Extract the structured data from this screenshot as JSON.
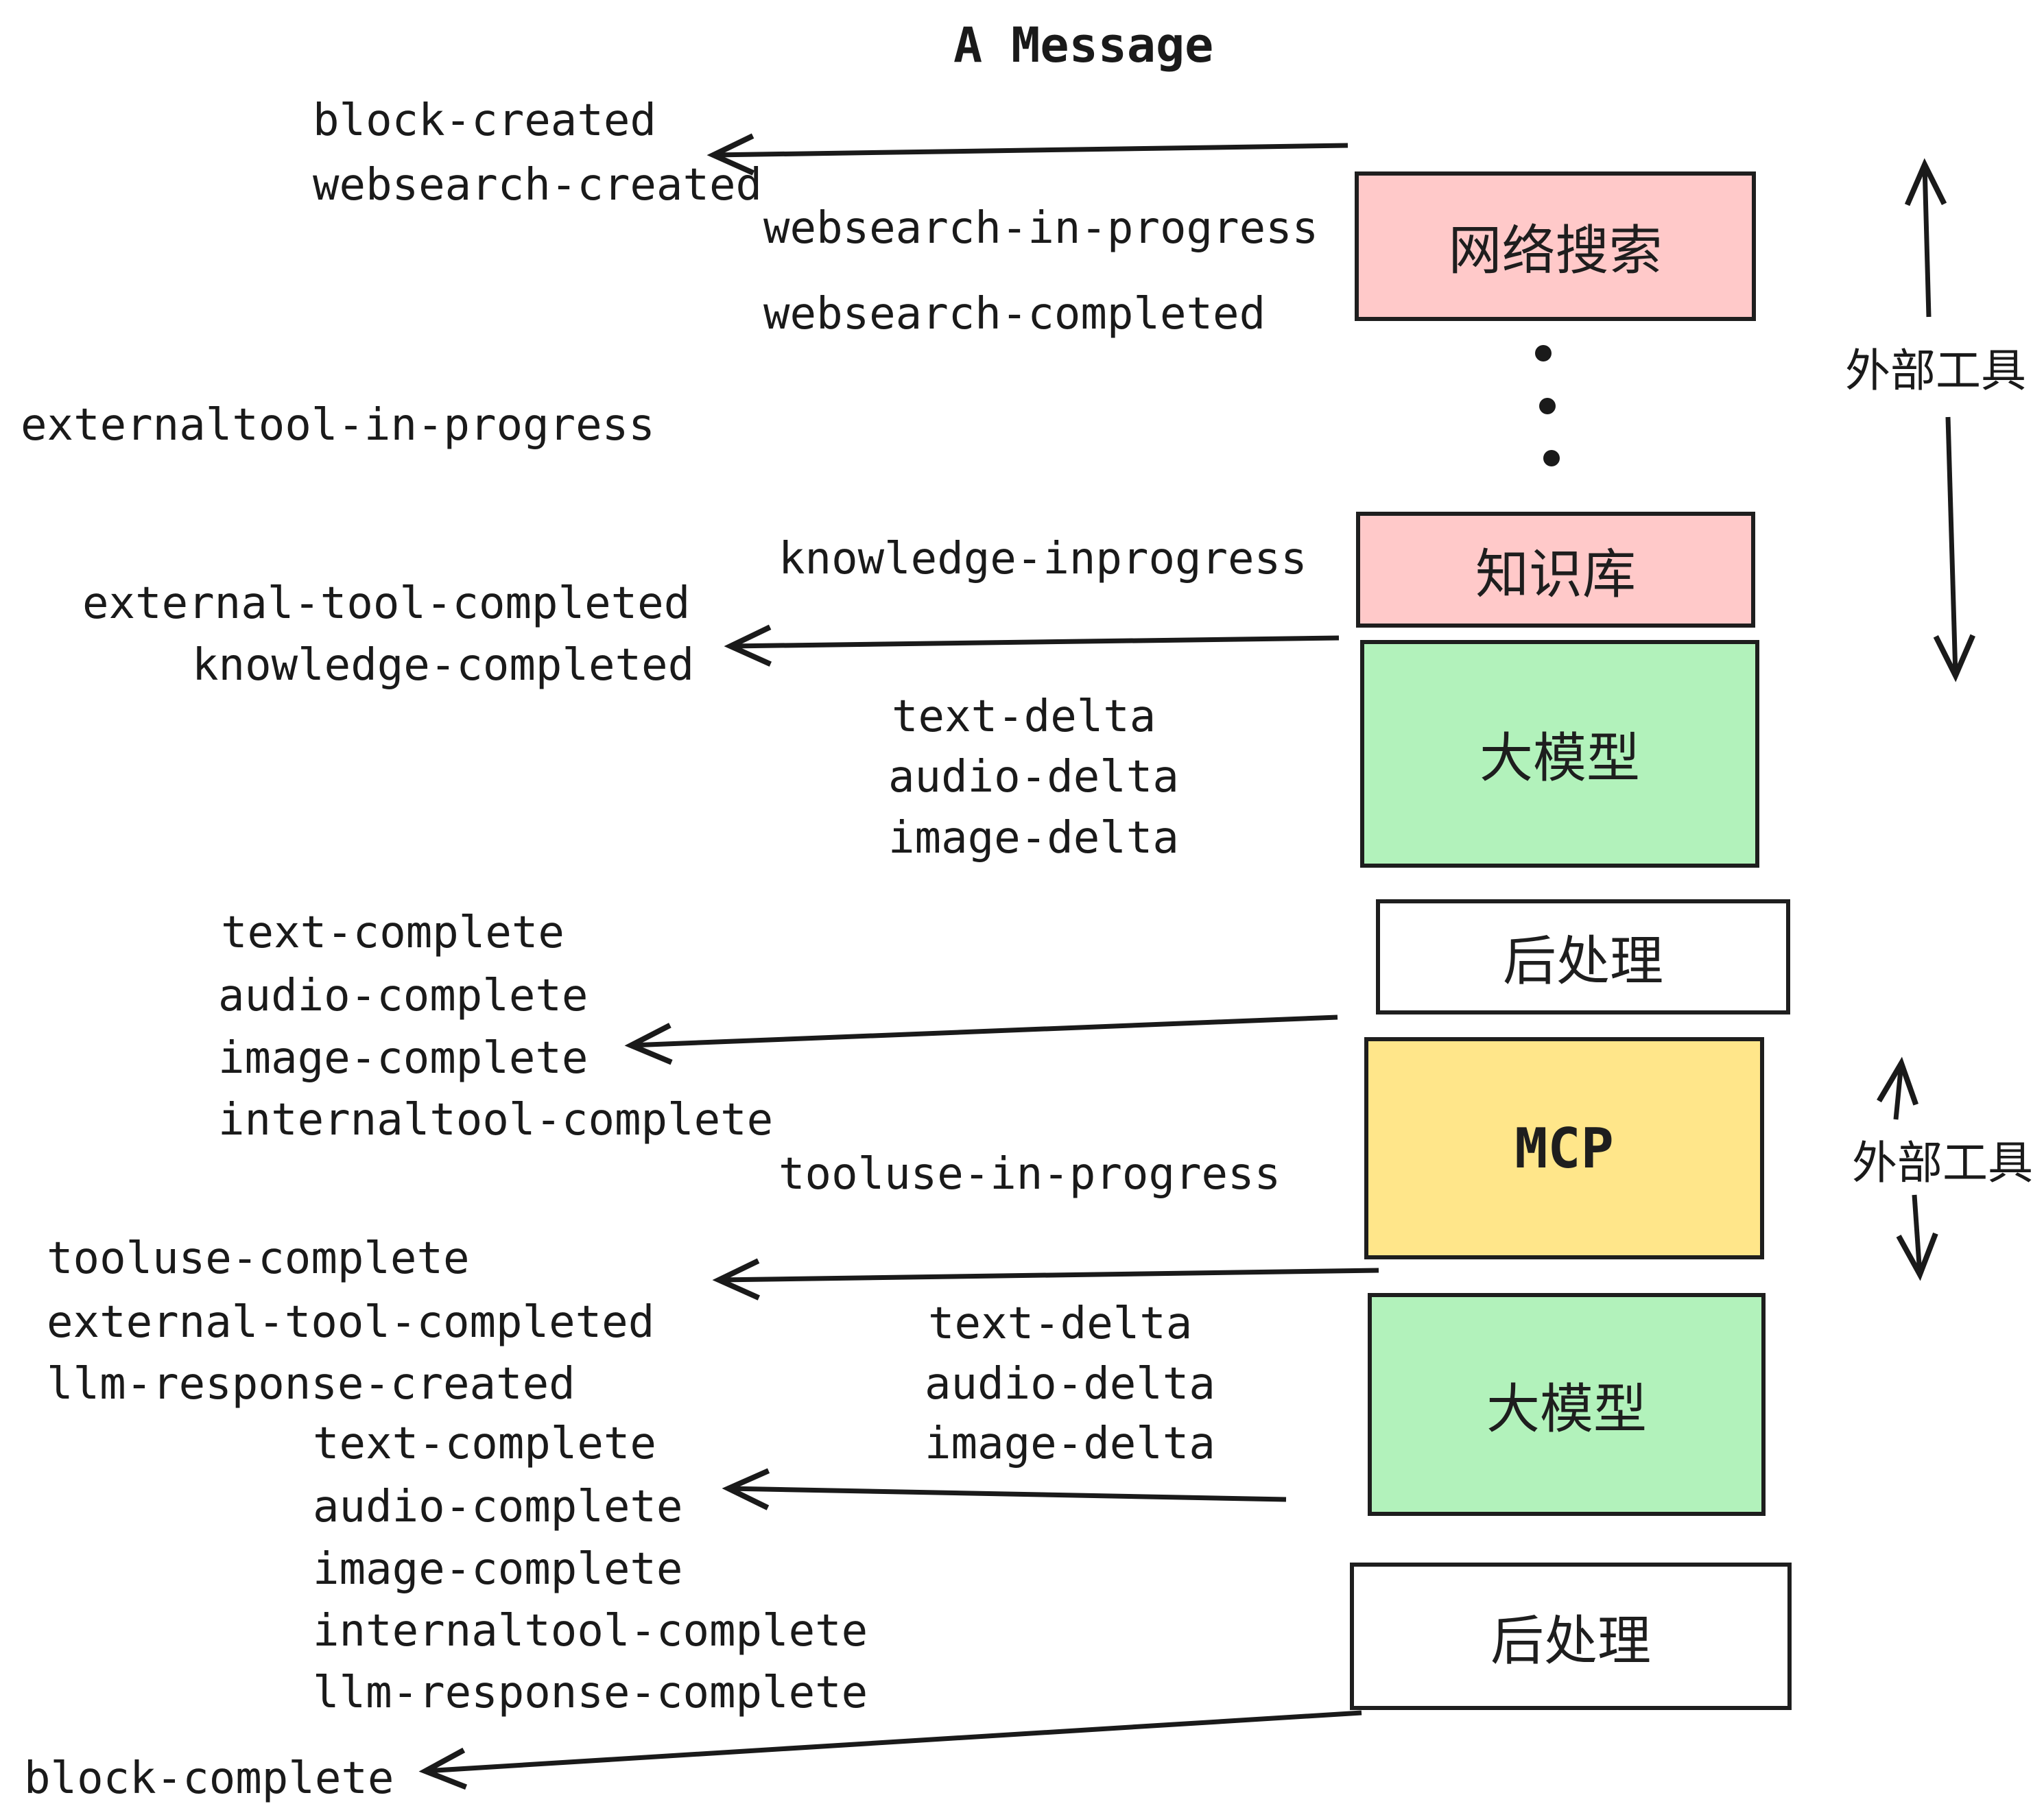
{
  "title": "A Message",
  "colors": {
    "pink": "#ffc9c9",
    "green": "#b2f2bb",
    "yellow": "#ffe68a",
    "white": "#ffffff",
    "stroke": "#1e1e1e"
  },
  "events": {
    "block_created": "block-created",
    "websearch_created": "websearch-created",
    "websearch_in_progress": "websearch-in-progress",
    "websearch_completed": "websearch-completed",
    "externaltool_in_progress": "externaltool-in-progress",
    "knowledge_inprogress": "knowledge-inprogress",
    "external_tool_completed": "external-tool-completed",
    "knowledge_completed": "knowledge-completed",
    "text_delta": "text-delta",
    "audio_delta": "audio-delta",
    "image_delta": "image-delta",
    "text_complete": "text-complete",
    "audio_complete": "audio-complete",
    "image_complete": "image-complete",
    "internaltool_complete": "internaltool-complete",
    "tooluse_in_progress": "tooluse-in-progress",
    "tooluse_complete": "tooluse-complete",
    "llm_response_created": "llm-response-created",
    "llm_response_complete": "llm-response-complete",
    "block_complete": "block-complete"
  },
  "boxes": {
    "web_search": "网络搜索",
    "knowledge_base": "知识库",
    "llm": "大模型",
    "post_process": "后处理",
    "mcp": "MCP"
  },
  "side_labels": {
    "external_tools_top": "外部工具",
    "external_tools_bottom": "外部工具"
  }
}
